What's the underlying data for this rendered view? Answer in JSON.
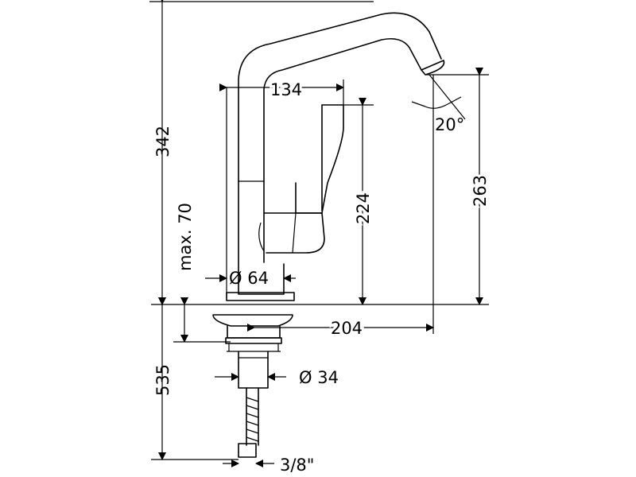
{
  "dimensions": {
    "total_height": "342",
    "spout_reach": "134",
    "lever_height": "224",
    "spout_outlet_height": "263",
    "max_deck_thickness": "max. 70",
    "base_diameter": "Ø 64",
    "hole_diameter": "Ø 34",
    "reach_from_axis": "204",
    "below_deck_length": "535",
    "connection_size": "3/8\"",
    "spout_angle": "20°"
  },
  "colors": {
    "line": "#000000",
    "background": "#ffffff"
  }
}
